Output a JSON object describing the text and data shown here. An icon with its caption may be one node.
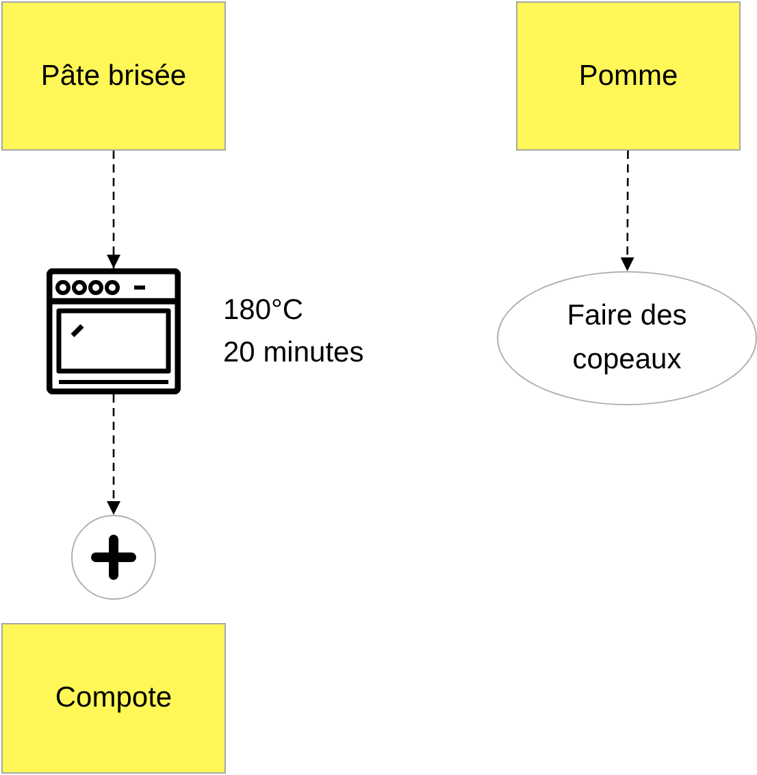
{
  "diagram": {
    "nodes": [
      {
        "text": [
          "Pâte brisée"
        ]
      },
      {
        "text": [
          "Pomme"
        ]
      },
      {
        "text": [],
        "shape": "picture",
        "beside": [
          "180°C",
          "20 minutes"
        ]
      },
      {
        "text": [
          "Faire des copeaux"
        ]
      },
      {
        "text": [],
        "shape": "circle"
      },
      {
        "text": [
          "Compote"
        ]
      }
    ],
    "edges": [
      {
        "from": 0,
        "to": 2,
        "arrow": "to",
        "style": "dashed"
      },
      {
        "from": 2,
        "to": 4,
        "arrow": "to",
        "style": "dashed"
      },
      {
        "from": 1,
        "to": 3,
        "arrow": "to",
        "style": "dashed"
      }
    ]
  }
}
